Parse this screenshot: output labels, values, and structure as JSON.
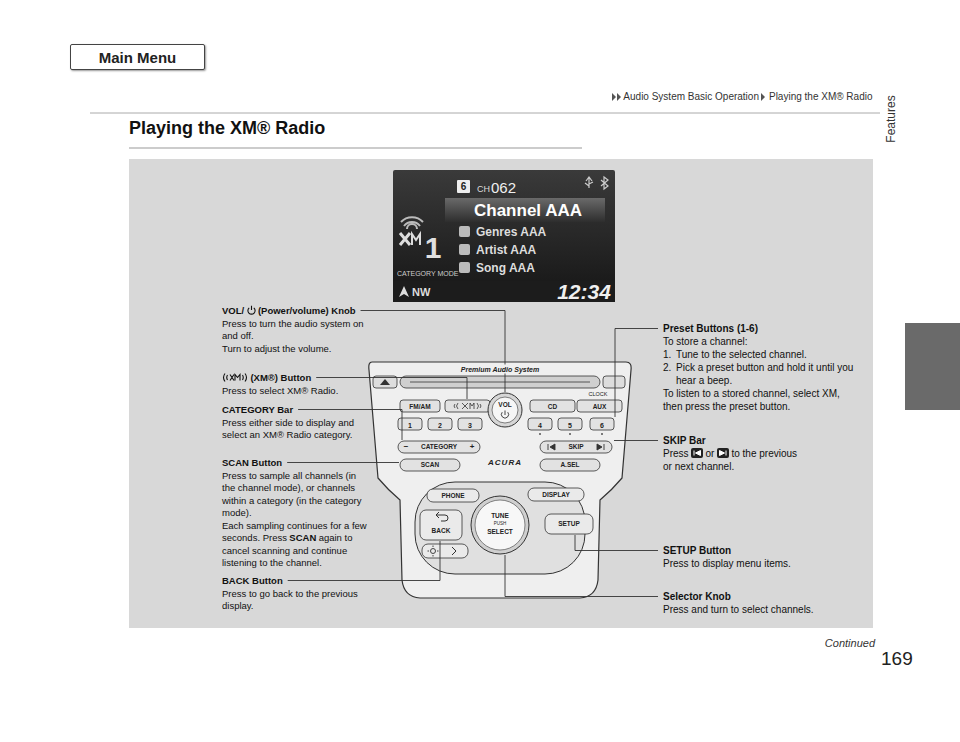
{
  "diagram": {
    "title": "Playing the XM® Radio",
    "nodes": [
      {
        "text": [
          "Main Menu"
        ]
      }
    ],
    "labels": [
      "Audio System Basic Operation",
      "Playing the XM® Radio",
      "Features",
      "169",
      "Continued",
      "6",
      "CH",
      "062",
      "Channel AAA",
      "Genres AAA",
      "Artist AAA",
      "Song AAA",
      "1",
      "CATEGORY MODE",
      "NW",
      "12:34",
      "Premium Audio System",
      "FM/AM",
      "VOL",
      "CD",
      "AUX",
      "CLOCK",
      "1",
      "2",
      "3",
      "4",
      "5",
      "6",
      "−",
      "CATEGORY",
      "+",
      "SKIP",
      "SCAN",
      "ACURA",
      "A.SEL",
      "PHONE",
      "DISPLAY",
      "BACK",
      "SETUP",
      "TUNE",
      "PUSH",
      "SELECT",
      "VOL/",
      "(Power/volume) Knob",
      "Press to turn the audio system on and off.",
      "Turn to adjust the volume.",
      "(XM®) Button",
      "Press to select XM® Radio.",
      "CATEGORY Bar",
      "Press either side to display and select an XM® Radio category.",
      "SCAN Button",
      "Press to sample all channels (in the channel mode), or channels within a category (in the category mode).",
      "Each sampling continues for a few seconds. Press",
      "SCAN",
      "again to cancel scanning and continue listening to the channel.",
      "BACK Button",
      "Press to go back to the previous display.",
      "Preset Buttons (1-6)",
      "To store a channel:",
      "1.",
      "Tune to the selected channel.",
      "2.",
      "Pick a preset button and hold it until you hear a beep.",
      "To listen to a stored channel, select XM, then press the preset button.",
      "SKIP Bar",
      "Press",
      "or",
      "to the previous or next channel.",
      "SETUP Button",
      "Press to display menu items.",
      "Selector Knob",
      "Press and turn to select channels."
    ]
  }
}
